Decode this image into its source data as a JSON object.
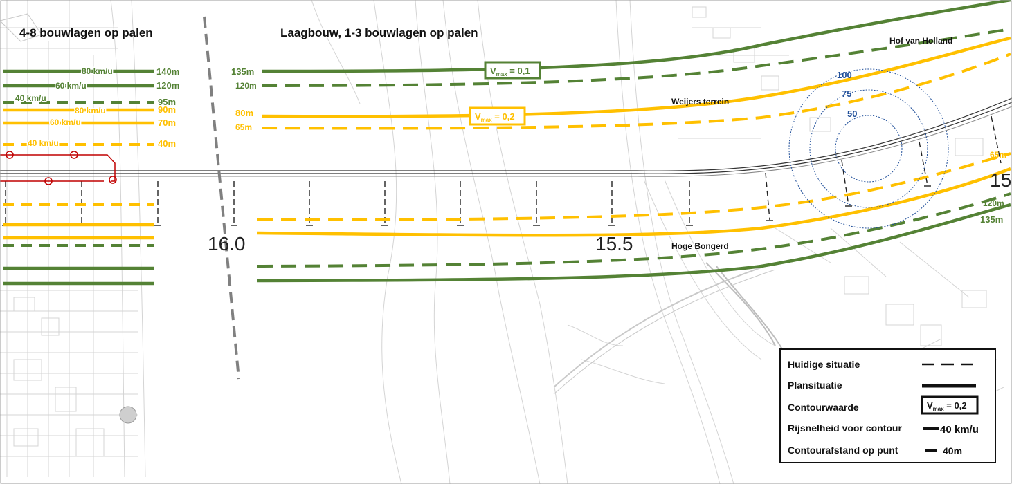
{
  "zones": {
    "left_title": "4-8 bouwlagen op palen",
    "center_title": "Laagbouw, 1-3 bouwlagen op palen"
  },
  "places": {
    "hof": "Hof van Holland",
    "weijers": "Weijers terrein",
    "hoge": "Hoge Bongerd"
  },
  "km_markers": {
    "m160": "16.0",
    "m155": "15.5",
    "m15": "15"
  },
  "left_block": {
    "rows": [
      {
        "speed": "80 km/u",
        "dist": "140m",
        "color": "#548235"
      },
      {
        "speed": "60 km/u",
        "dist": "120m",
        "color": "#548235"
      },
      {
        "speed": "40 km/u",
        "dist": "95m",
        "color": "#548235"
      },
      {
        "speed": "80 km/u",
        "dist": "90m",
        "color": "#ffc000"
      },
      {
        "speed": "60 km/u",
        "dist": "70m",
        "color": "#ffc000"
      },
      {
        "speed": "40 km/u",
        "dist": "40m",
        "color": "#ffc000"
      }
    ]
  },
  "center_labels": {
    "d135": "135m",
    "d120": "120m",
    "d80": "80m",
    "d65": "65m"
  },
  "right_labels": {
    "d65": "65m",
    "d120": "120m",
    "d135": "135m"
  },
  "vmax": {
    "green": {
      "prefix": "V",
      "sub": "max",
      "value": " = 0,1"
    },
    "yellow": {
      "prefix": "V",
      "sub": "max",
      "value": " = 0,2"
    }
  },
  "radius_labels": {
    "r100": "100",
    "r75": "75",
    "r50": "50"
  },
  "legend": {
    "existing": "Huidige situatie",
    "plan": "Plansituatie",
    "contour": "Contourwaarde",
    "speed": "Rijsnelheid voor contour",
    "distance": "Contourafstand op punt",
    "sample_vmax": {
      "prefix": "V",
      "sub": "max",
      "value": " = 0,2"
    },
    "sample_speed": "40 km/u",
    "sample_dist": "40m"
  },
  "colors": {
    "green": "#548235",
    "yellow": "#ffc000",
    "blue": "#1f4e99",
    "red": "#c00000"
  }
}
